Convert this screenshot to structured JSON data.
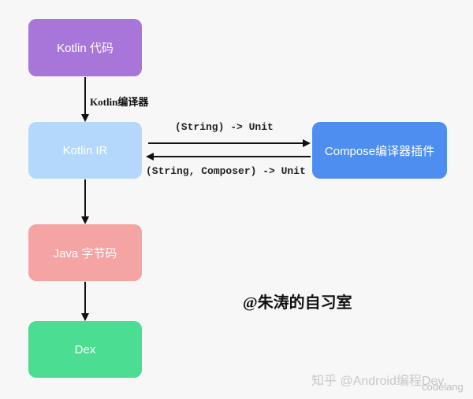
{
  "nodes": {
    "kotlin_code": "Kotlin 代码",
    "kotlin_ir": "Kotlin IR",
    "java_bytecode": "Java 字节码",
    "dex": "Dex",
    "compose_plugin": "Compose编译器插件"
  },
  "edges": {
    "compiler_label": "Kotlin编译器",
    "ir_to_compose": "(String) -> Unit",
    "compose_to_ir": "(String, Composer) -> Unit"
  },
  "watermarks": {
    "title": "@朱涛的自习室",
    "zhihu": "知乎 @Android编程Dev",
    "codelang": "codelang"
  },
  "colors": {
    "kotlin_code": "#a876d8",
    "kotlin_ir": "#b4d8fb",
    "java_bytecode": "#f4a4a2",
    "dex": "#4bdd91",
    "compose_plugin": "#4d8ef0",
    "background": "#f7f7f7"
  }
}
